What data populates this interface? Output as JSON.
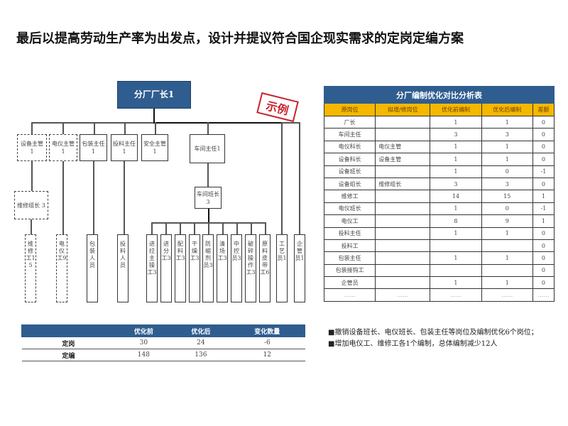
{
  "title": "最后以提高劳动生产率为出发点，设计并提议符合国企现实需求的定岗定编方案",
  "org_chart": {
    "root": "分厂厂长1",
    "stamp": "示例",
    "level2": [
      {
        "label": "设备主管1",
        "dashed": true
      },
      {
        "label": "电仪主管1",
        "dashed": true
      },
      {
        "label": "包装主任1",
        "dashed": false
      },
      {
        "label": "投料主任1",
        "dashed": false
      },
      {
        "label": "安全主管1",
        "dashed": false
      },
      {
        "label": "车间主任1",
        "dashed": false
      }
    ],
    "level3": [
      {
        "label": "维修组长 3",
        "dashed": true
      },
      {
        "label": "车间班长3",
        "dashed": false
      }
    ],
    "leaves": [
      {
        "label": "维修工15",
        "dashed": true
      },
      {
        "label": "电仪工9",
        "dashed": true
      },
      {
        "label": "包装人员",
        "dashed": false
      },
      {
        "label": "投料人员",
        "dashed": false
      },
      {
        "label": "进拉主操工3",
        "dashed": false
      },
      {
        "label": "进分工3",
        "dashed": false
      },
      {
        "label": "配料工3",
        "dashed": false
      },
      {
        "label": "干燥工3",
        "dashed": false
      },
      {
        "label": "防缩剂员3",
        "dashed": false
      },
      {
        "label": "清场工3",
        "dashed": false
      },
      {
        "label": "中控员3",
        "dashed": false
      },
      {
        "label": "破碎操作工3",
        "dashed": false
      },
      {
        "label": "原料皮带工6",
        "dashed": false
      },
      {
        "label": "工艺员1",
        "dashed": false
      },
      {
        "label": "企管员1",
        "dashed": false
      }
    ]
  },
  "analysis_table": {
    "caption": "分厂编制优化对比分析表",
    "headers": [
      "原岗位",
      "拟增/修岗位",
      "优化前编制",
      "优化后编制",
      "差额"
    ],
    "rows": [
      [
        "厂长",
        "",
        "1",
        "1",
        "0"
      ],
      [
        "车间主任",
        "",
        "3",
        "3",
        "0"
      ],
      [
        "电仪科长",
        "电仪主管",
        "1",
        "1",
        "0"
      ],
      [
        "设备科长",
        "设备主管",
        "1",
        "1",
        "0"
      ],
      [
        "设备班长",
        "",
        "1",
        "0",
        "-1"
      ],
      [
        "设备组长",
        "维修组长",
        "3",
        "3",
        "0"
      ],
      [
        "维修工",
        "",
        "14",
        "15",
        "1"
      ],
      [
        "电仪班长",
        "",
        "1",
        "0",
        "-1"
      ],
      [
        "电仪工",
        "",
        "8",
        "9",
        "1"
      ],
      [
        "投料主任",
        "",
        "1",
        "1",
        "0"
      ],
      [
        "投料工",
        "",
        "",
        "",
        "0"
      ],
      [
        "包装主任",
        "",
        "1",
        "1",
        "0"
      ],
      [
        "包装接钩工",
        "",
        "",
        "",
        "0"
      ],
      [
        "企管员",
        "",
        "1",
        "1",
        "0"
      ],
      [
        "……",
        "……",
        "……",
        "……",
        "……"
      ]
    ]
  },
  "summary_table": {
    "headers": [
      "",
      "优化前",
      "优化后",
      "变化数量"
    ],
    "rows": [
      [
        "定岗",
        "30",
        "24",
        "-6"
      ],
      [
        "定编",
        "148",
        "136",
        "12"
      ]
    ]
  },
  "notes": [
    "■撤销设备班长、电仪班长、包装主任等岗位及编制优化6个岗位；",
    "■增加电仪工、维修工各1个编制，总体编制减少12人"
  ],
  "colors": {
    "header_blue": "#2f5d8f",
    "header_yellow": "#f5b800",
    "stamp_red": "#c9232c"
  }
}
